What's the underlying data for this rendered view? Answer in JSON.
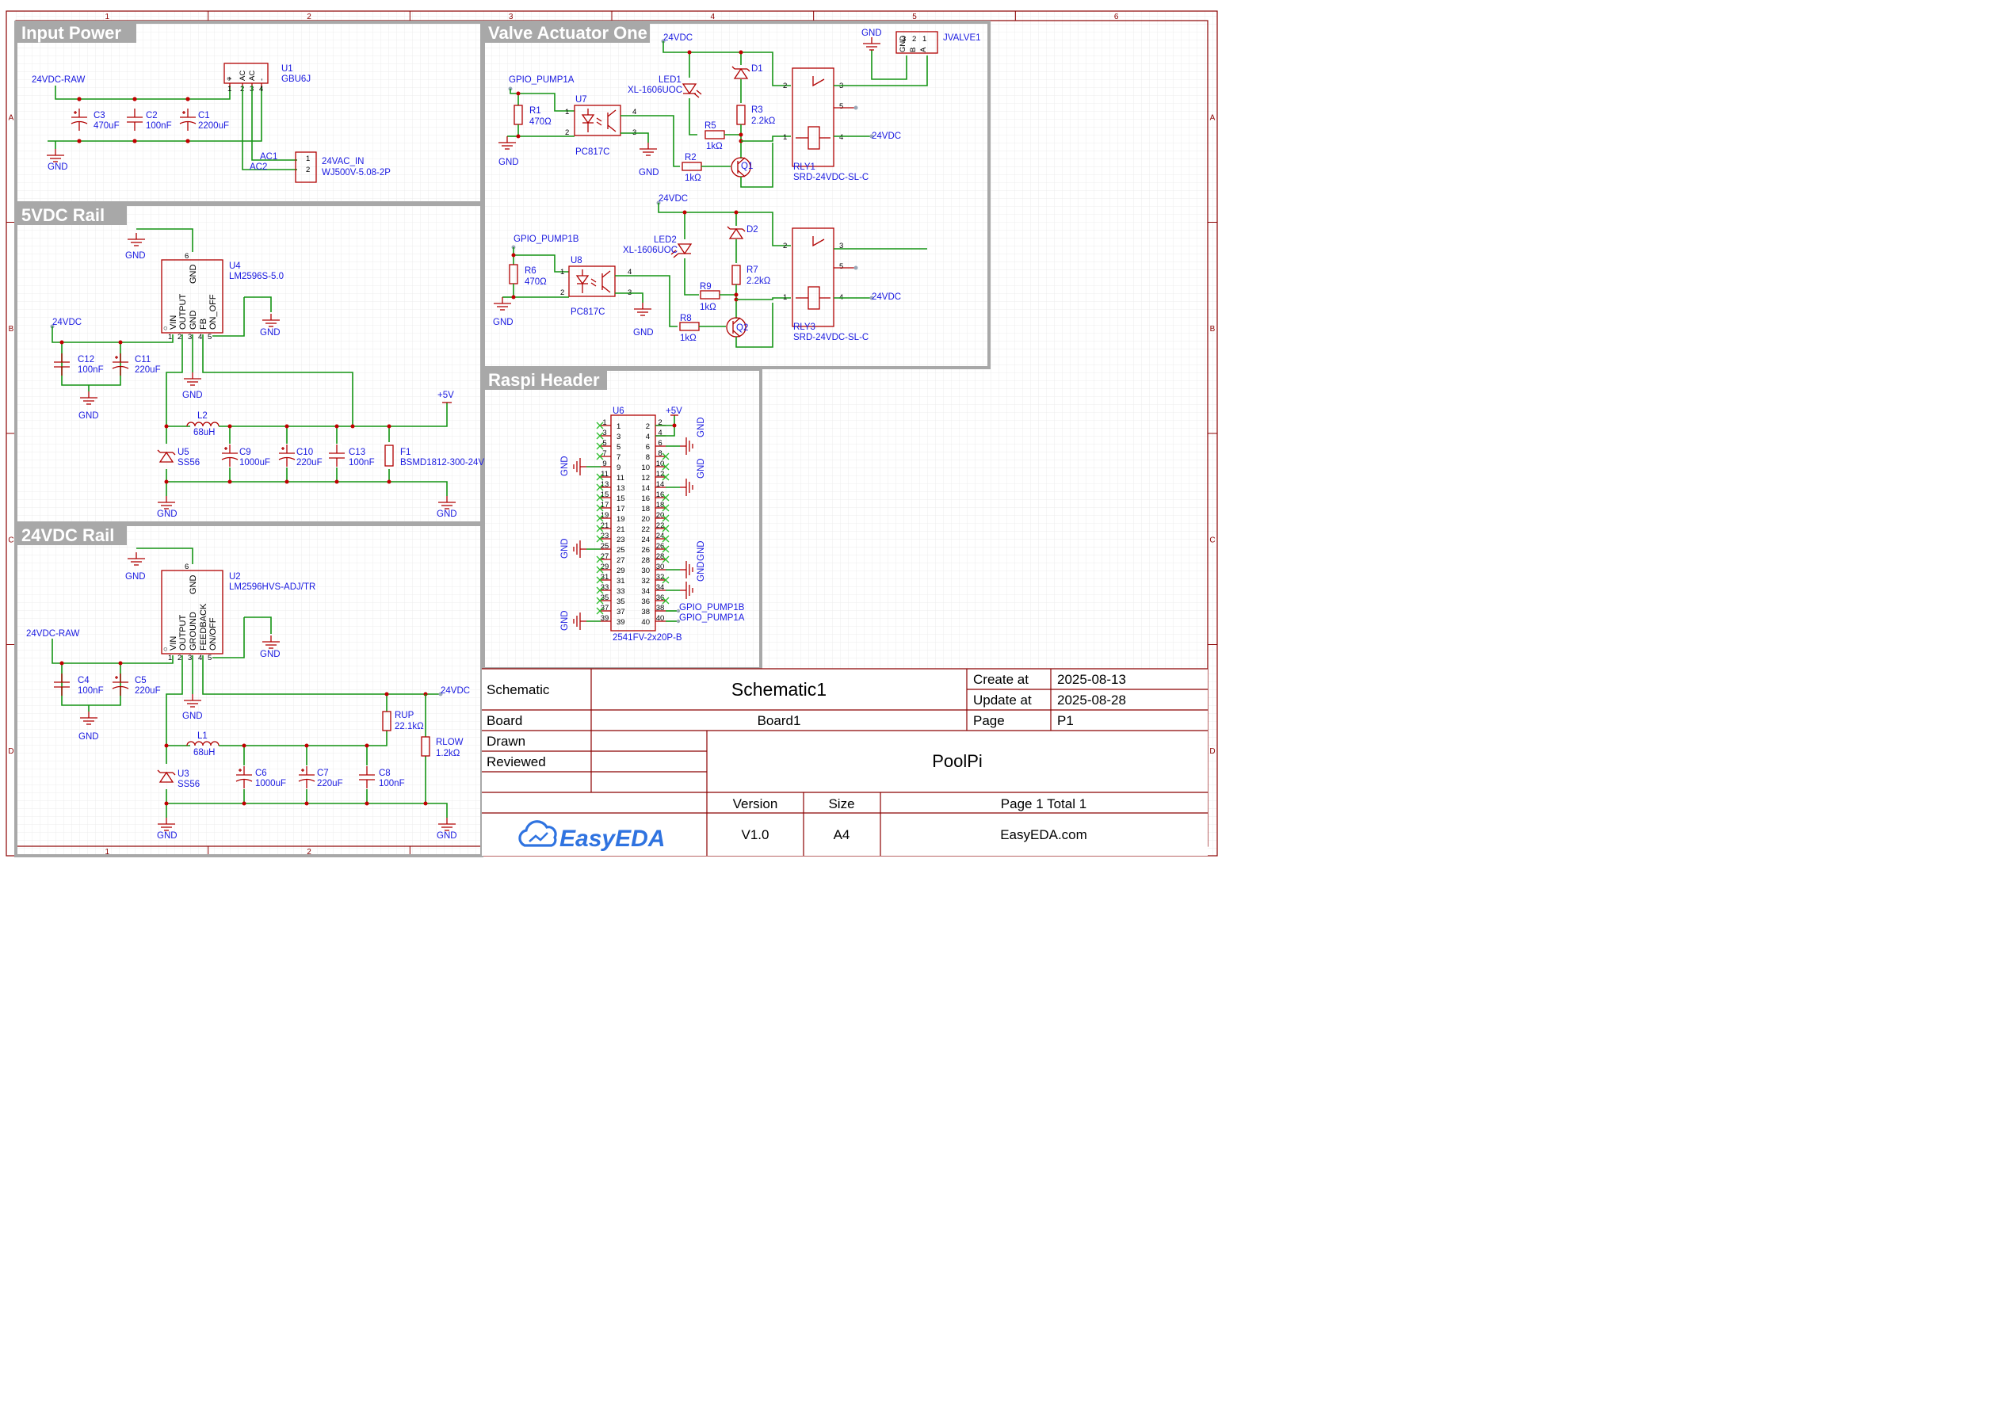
{
  "frame": {
    "columns": [
      "1",
      "2",
      "3",
      "4",
      "5",
      "6"
    ],
    "rows": [
      "A",
      "B",
      "C",
      "D"
    ]
  },
  "sections": {
    "input_power": "Input Power",
    "rail_5v": "5VDC Rail",
    "rail_24v": "24VDC Rail",
    "valve": "Valve Actuator One",
    "raspi": "Raspi Header"
  },
  "input_power": {
    "net_raw": "24VDC-RAW",
    "gnd": "GND",
    "c3": {
      "ref": "C3",
      "value": "470uF"
    },
    "c2": {
      "ref": "C2",
      "value": "100nF"
    },
    "c1": {
      "ref": "C1",
      "value": "2200uF"
    },
    "u1": {
      "ref": "U1",
      "value": "GBU6J",
      "pins": [
        "1",
        "2",
        "3",
        "4"
      ],
      "pin_names": [
        "+",
        "AC",
        "AC",
        "-"
      ]
    },
    "ac1": "AC1",
    "ac2": "AC2",
    "conn": {
      "name": "24VAC_IN",
      "value": "WJ500V-5.08-2P",
      "pins": [
        "1",
        "2"
      ]
    }
  },
  "rail_5v": {
    "u4": {
      "ref": "U4",
      "value": "LM2596S-5.0",
      "pins": [
        "1",
        "2",
        "3",
        "4",
        "5",
        "6"
      ],
      "pin_names": [
        "VIN",
        "OUTPUT",
        "GND",
        "FB",
        "ON_OFF",
        "GND"
      ]
    },
    "net_in": "24VDC",
    "net_out": "+5V",
    "gnd": "GND",
    "c12": {
      "ref": "C12",
      "value": "100nF"
    },
    "c11": {
      "ref": "C11",
      "value": "220uF"
    },
    "l2": {
      "ref": "L2",
      "value": "68uH"
    },
    "u5": {
      "ref": "U5",
      "value": "SS56"
    },
    "c9": {
      "ref": "C9",
      "value": "1000uF"
    },
    "c10": {
      "ref": "C10",
      "value": "220uF"
    },
    "c13": {
      "ref": "C13",
      "value": "100nF"
    },
    "f1": {
      "ref": "F1",
      "value": "BSMD1812-300-24V"
    }
  },
  "rail_24v": {
    "u2": {
      "ref": "U2",
      "value": "LM2596HVS-ADJ/TR",
      "pins": [
        "1",
        "2",
        "3",
        "4",
        "5",
        "6"
      ],
      "pin_names": [
        "VIN",
        "OUTPUT",
        "GROUND",
        "FEEDBACK",
        "ON/OFF",
        "GND"
      ]
    },
    "net_in": "24VDC-RAW",
    "net_out": "24VDC",
    "gnd": "GND",
    "c4": {
      "ref": "C4",
      "value": "100nF"
    },
    "c5": {
      "ref": "C5",
      "value": "220uF"
    },
    "l1": {
      "ref": "L1",
      "value": "68uH"
    },
    "u3": {
      "ref": "U3",
      "value": "SS56"
    },
    "c6": {
      "ref": "C6",
      "value": "1000uF"
    },
    "c7": {
      "ref": "C7",
      "value": "220uF"
    },
    "c8": {
      "ref": "C8",
      "value": "100nF"
    },
    "rup": {
      "ref": "RUP",
      "value": "22.1kΩ"
    },
    "rlow": {
      "ref": "RLOW",
      "value": "1.2kΩ"
    }
  },
  "valve": {
    "net_24v": "24VDC",
    "gnd": "GND",
    "gpio_a": "GPIO_PUMP1A",
    "gpio_b": "GPIO_PUMP1B",
    "r1": {
      "ref": "R1",
      "value": "470Ω"
    },
    "r6": {
      "ref": "R6",
      "value": "470Ω"
    },
    "u7": {
      "ref": "U7",
      "value": "PC817C"
    },
    "u8": {
      "ref": "U8",
      "value": "PC817C"
    },
    "led1": {
      "ref": "LED1",
      "value": "XL-1606UOC"
    },
    "led2": {
      "ref": "LED2",
      "value": "XL-1606UOC"
    },
    "d1": "D1",
    "d2": "D2",
    "r3": {
      "ref": "R3",
      "value": "2.2kΩ"
    },
    "r7": {
      "ref": "R7",
      "value": "2.2kΩ"
    },
    "r5": {
      "ref": "R5",
      "value": "1kΩ"
    },
    "r9": {
      "ref": "R9",
      "value": "1kΩ"
    },
    "r2": {
      "ref": "R2",
      "value": "1kΩ"
    },
    "r8": {
      "ref": "R8",
      "value": "1kΩ"
    },
    "q1": "Q1",
    "q2": "Q2",
    "rly1": {
      "ref": "RLY1",
      "value": "SRD-24VDC-SL-C"
    },
    "rly3": {
      "ref": "RLY3",
      "value": "SRD-24VDC-SL-C"
    },
    "jvalve": {
      "ref": "JVALVE1",
      "pins": [
        "3",
        "2",
        "1"
      ],
      "pin_names": [
        "GND",
        "B",
        "A"
      ]
    },
    "opto_pins": [
      "1",
      "2",
      "3",
      "4"
    ],
    "relay_pins": [
      "2",
      "3",
      "5",
      "1",
      "4"
    ]
  },
  "raspi": {
    "u6": {
      "ref": "U6",
      "value": "2541FV-2x20P-B"
    },
    "net_5v": "+5V",
    "gnd": "GND",
    "gpio_b": "GPIO_PUMP1B",
    "gpio_a": "GPIO_PUMP1A"
  },
  "title_block": {
    "schematic_label": "Schematic",
    "schematic_name": "Schematic1",
    "create_label": "Create at",
    "create_date": "2025-08-13",
    "update_label": "Update at",
    "update_date": "2025-08-28",
    "board_label": "Board",
    "board_name": "Board1",
    "page_label": "Page",
    "page_value": "P1",
    "drawn_label": "Drawn",
    "reviewed_label": "Reviewed",
    "project": "PoolPi",
    "version_label": "Version",
    "version_value": "V1.0",
    "size_label": "Size",
    "size_value": "A4",
    "page_total": "Page  1  Total  1",
    "logo_text": "EasyEDA",
    "site": "EasyEDA.com"
  }
}
